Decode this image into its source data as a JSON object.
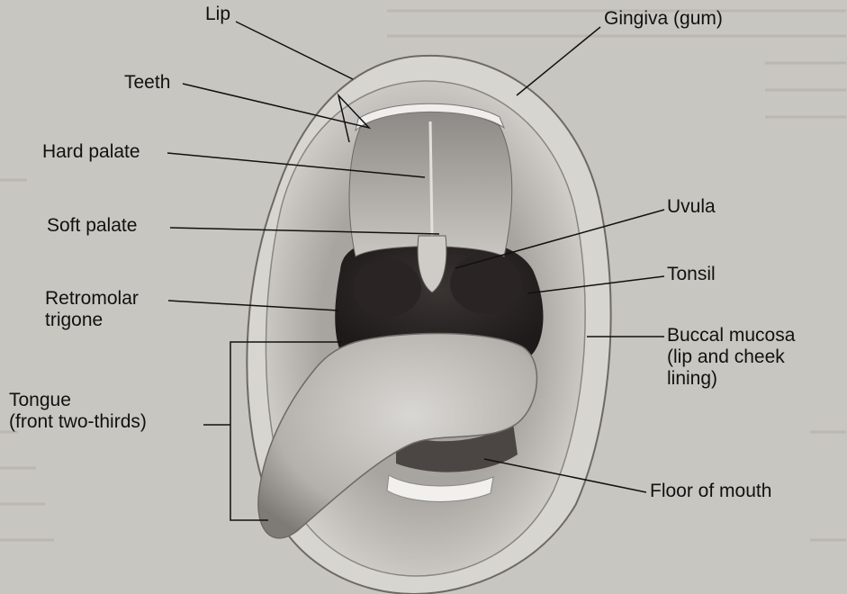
{
  "labels": {
    "lip": "Lip",
    "gingiva": "Gingiva (gum)",
    "teeth": "Teeth",
    "hard_palate": "Hard palate",
    "soft_palate": "Soft palate",
    "uvula": "Uvula",
    "tonsil": "Tonsil",
    "retromolar": "Retromolar\ntrigone",
    "buccal": "Buccal mucosa\n(lip and cheek\nlining)",
    "tongue": "Tongue\n(front two-thirds)",
    "floor": "Floor of mouth"
  }
}
